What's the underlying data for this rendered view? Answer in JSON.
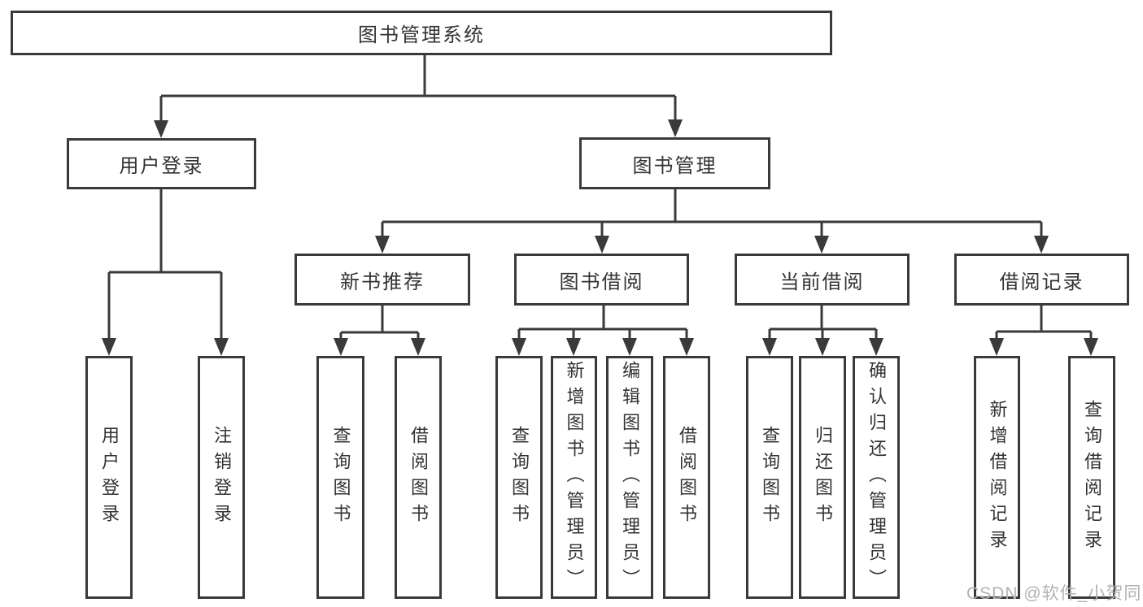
{
  "diagram": {
    "type": "hierarchy-tree",
    "tree": {
      "label": "图书管理系统",
      "children": [
        {
          "label": "用户登录",
          "children": [
            {
              "label": "用户登录"
            },
            {
              "label": "注销登录"
            }
          ]
        },
        {
          "label": "图书管理",
          "children": [
            {
              "label": "新书推荐",
              "children": [
                {
                  "label": "查询图书"
                },
                {
                  "label": "借阅图书"
                }
              ]
            },
            {
              "label": "图书借阅",
              "children": [
                {
                  "label": "查询图书"
                },
                {
                  "label": "新增图书（管理员）"
                },
                {
                  "label": "编辑图书（管理员）"
                },
                {
                  "label": "借阅图书"
                }
              ]
            },
            {
              "label": "当前借阅",
              "children": [
                {
                  "label": "查询图书"
                },
                {
                  "label": "归还图书"
                },
                {
                  "label": "确认归还（管理员）"
                }
              ]
            },
            {
              "label": "借阅记录",
              "children": [
                {
                  "label": "新增借阅记录"
                },
                {
                  "label": "查询借阅记录"
                }
              ]
            }
          ]
        }
      ]
    },
    "watermark": "CSDN @软件_小贺同学",
    "colors": {
      "line": "#3a3a3a",
      "box_border": "#3a3a3a",
      "box_fill": "#ffffff",
      "text": "#333333",
      "watermark": "#b2b2b2",
      "background": "#ffffff"
    }
  }
}
